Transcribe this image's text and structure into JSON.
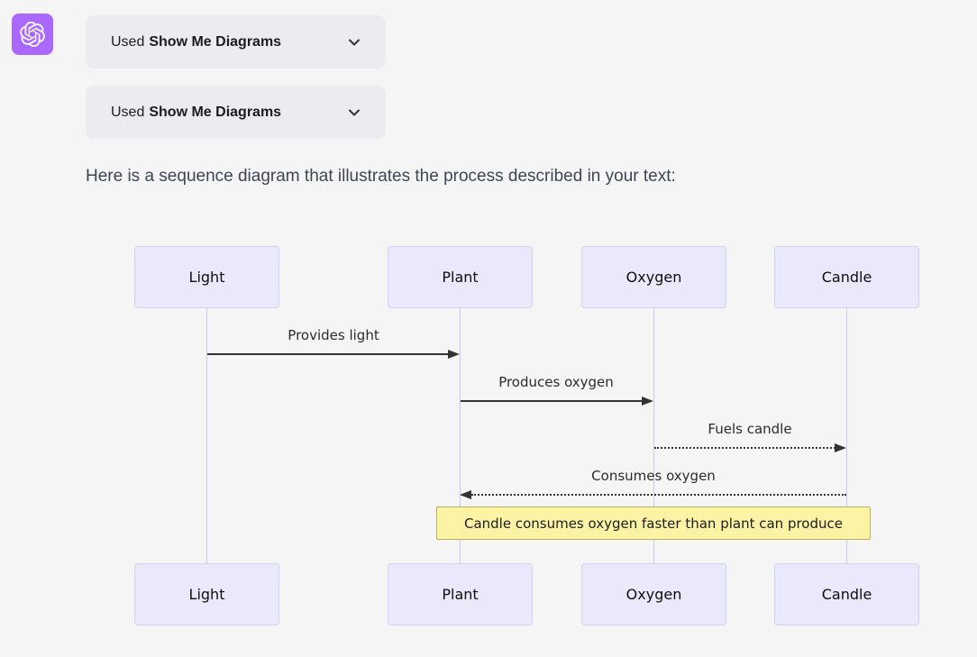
{
  "header": {
    "avatar_icon": "openai-logo",
    "avatar_bg": "#ab68ff"
  },
  "chips": [
    {
      "prefix": "Used",
      "name": "Show Me Diagrams"
    },
    {
      "prefix": "Used",
      "name": "Show Me Diagrams"
    }
  ],
  "message": {
    "intro": "Here is a sequence diagram that illustrates the process described in your text:"
  },
  "diagram": {
    "type": "sequence",
    "actors": [
      "Light",
      "Plant",
      "Oxygen",
      "Candle"
    ],
    "messages": [
      {
        "from": "Light",
        "to": "Plant",
        "label": "Provides light",
        "style": "solid"
      },
      {
        "from": "Plant",
        "to": "Oxygen",
        "label": "Produces oxygen",
        "style": "solid"
      },
      {
        "from": "Oxygen",
        "to": "Candle",
        "label": "Fuels candle",
        "style": "dotted"
      },
      {
        "from": "Candle",
        "to": "Plant",
        "label": "Consumes oxygen",
        "style": "dotted"
      }
    ],
    "note": {
      "text": "Candle consumes oxygen faster than plant can produce",
      "over": [
        "Plant",
        "Candle"
      ]
    },
    "colors": {
      "actor_fill": "#e9e9fb",
      "actor_border": "#d1d1f0",
      "lifeline": "#c9c9ef",
      "arrow": "#333333",
      "note_fill": "#fcf4a4",
      "note_border": "#b6b15f"
    }
  }
}
